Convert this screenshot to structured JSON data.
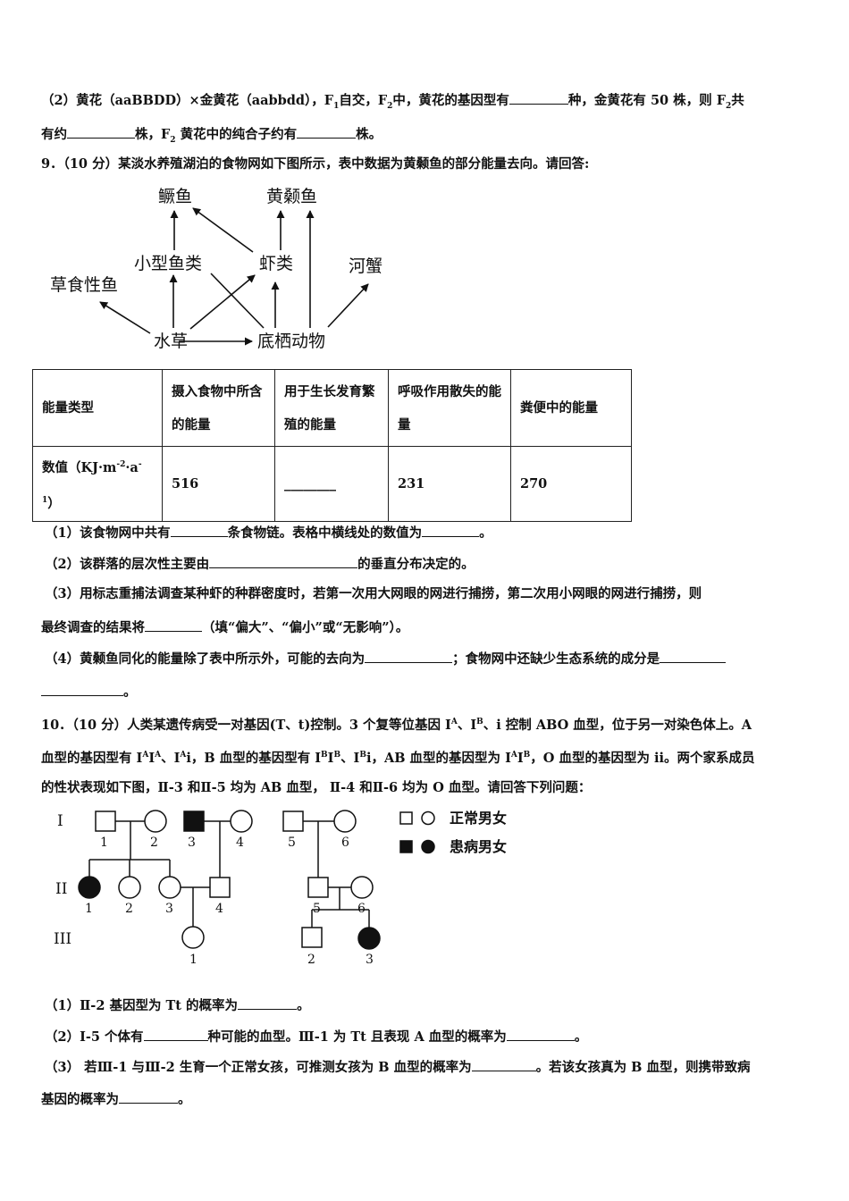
{
  "q8_2": {
    "line1_a": "（2）黄花（aaBBDD）×金黄花（aabbdd），F",
    "line1_b": "自交，F",
    "line1_c": "中，黄花的基因型有",
    "line1_d": "种，金黄花有 50 株，则 F",
    "line1_e": "共",
    "line2_a": "有约",
    "line2_b": "株，F",
    "line2_c": " 黄花中的纯合子约有",
    "line2_d": "株。",
    "sub1": "1",
    "sub2": "2"
  },
  "q9": {
    "stem": "9．（10 分）某淡水养殖湖泊的食物网如下图所示，表中数据为黄颡鱼的部分能量去向。请回答:",
    "food_web": {
      "nodes": [
        "鳜鱼",
        "黄颡鱼",
        "小型鱼类",
        "虾类",
        "河蟹",
        "草食性鱼",
        "水草",
        "底栖动物"
      ]
    },
    "table": {
      "header": [
        "能量类型",
        "摄入食物中所含的能量",
        "用于生长发育繁殖的能量",
        "呼吸作用散失的能量",
        "粪便中的能量"
      ],
      "row_label": "数值（KJ·m-2·a-1）",
      "row_label_a": "数值（KJ·m",
      "row_label_sup1": "-2",
      "row_label_b": "·a",
      "row_label_sup2": "-1",
      "row_label_c": "）",
      "values": [
        "516",
        "________",
        "231",
        "270"
      ]
    },
    "q1_a": "（1）该食物网中共有",
    "q1_b": "条食物链。表格中横线处的数值为",
    "q1_c": "。",
    "q2_a": "（2）该群落的层次性主要由",
    "q2_b": "的垂直分布决定的。",
    "q3_line1": "（3）用标志重捕法调查某种虾的种群密度时，若第一次用大网眼的网进行捕捞，第二次用小网眼的网进行捕捞，则",
    "q3_line2_a": "最终调查的结果将",
    "q3_line2_b": "（填“偏大”、“偏小”或“无影响”）。",
    "q4_a": "（4）黄颡鱼同化的能量除了表中所示外，可能的去向为",
    "q4_b": "；食物网中还缺少生态系统的成分是",
    "q4_c": "。"
  },
  "q10": {
    "line1": "10．（10 分）人类某遗传病受一对基因(T、t)控制。3 个复等位基因 I",
    "line1_supA": "A",
    "line1_b": "、I",
    "line1_supB": "B",
    "line1_c": "、i 控制 ABO 血型，位于另一对染色体上。A",
    "line2": "血型的基因型有 I<sup>A</sup>I<sup>A</sup>、I<sup>A</sup>i，B 血型的基因型有 I<sup>B</sup>I<sup>B</sup>、I<sup>B</sup>i，AB 血型的基因型为 I<sup>A</sup>I<sup>B</sup>，O 血型的基因型为 ii。两个家系成员",
    "line2_text": "血型的基因型有 IAIA、IAi，B 血型的基因型有 IBIB、IBi，AB 血型的基因型为 IAIB，O 血型的基因型为 ii。两个家系成员",
    "line3": "的性状表现如下图，Ⅱ-3 和Ⅱ-5 均为 AB 血型， Ⅱ-4 和Ⅱ-6 均为 O 血型。请回答下列问题：",
    "pedigree": {
      "gen_labels": [
        "I",
        "II",
        "III"
      ],
      "legend_normal": "正常男女",
      "legend_affected": "患病男女"
    },
    "q1_a": "（1）Ⅱ-2 基因型为 Tt 的概率为",
    "q1_b": "。",
    "q2_a": "（2）Ⅰ-5 个体有",
    "q2_b": "种可能的血型。Ⅲ-1 为 Tt 且表现 A 血型的概率为",
    "q2_c": "。",
    "q3_a": "（3） 若Ⅲ-1 与Ⅲ-2 生育一个正常女孩，可推测女孩为 B 血型的概率为",
    "q3_b": "。若该女孩真为 B 血型，则携带致病",
    "q3_line2_a": "基因的概率为",
    "q3_line2_b": "。"
  }
}
